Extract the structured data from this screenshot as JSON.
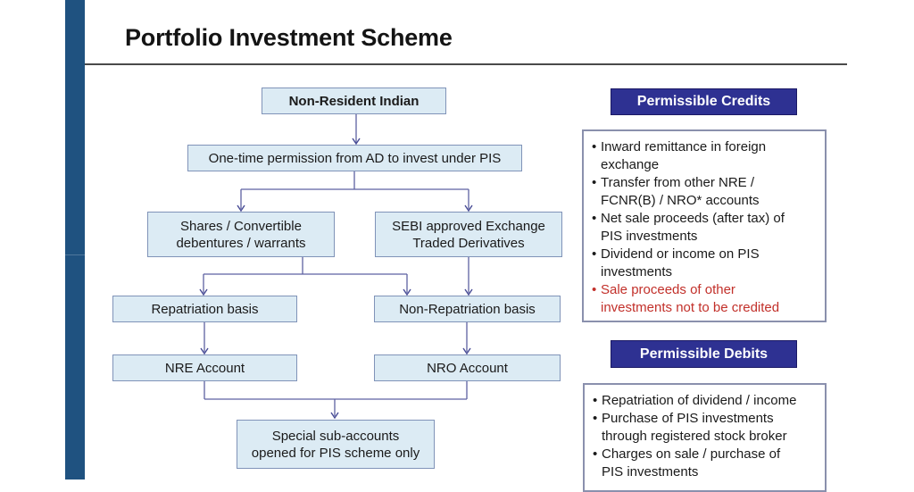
{
  "title": "Portfolio Investment Scheme",
  "flowchart": {
    "nodes": {
      "nri": {
        "label": "Non-Resident Indian"
      },
      "permission": {
        "label": "One-time permission from AD to invest under PIS"
      },
      "shares": {
        "lines": [
          "Shares / Convertible",
          "debentures / warrants"
        ]
      },
      "sebi": {
        "lines": [
          "SEBI approved Exchange",
          "Traded Derivatives"
        ]
      },
      "repatriation": {
        "label": "Repatriation basis"
      },
      "non_repatriation": {
        "label": "Non-Repatriation basis"
      },
      "nre": {
        "label": "NRE Account"
      },
      "nro": {
        "label": "NRO Account"
      },
      "special": {
        "lines": [
          "Special sub-accounts",
          "opened for PIS scheme only"
        ]
      }
    }
  },
  "credits": {
    "header": "Permissible Credits",
    "bullet": "•",
    "items": [
      {
        "lines": [
          "Inward remittance in  foreign",
          "exchange"
        ]
      },
      {
        "lines": [
          "Transfer from other NRE /",
          "FCNR(B) / NRO* accounts"
        ]
      },
      {
        "lines": [
          "Net sale proceeds (after tax) of",
          "PIS investments"
        ]
      },
      {
        "lines": [
          "Dividend or income on PIS",
          "investments"
        ]
      },
      {
        "lines": [
          "Sale proceeds of other",
          "investments not to be credited"
        ],
        "emphasis": "red"
      }
    ]
  },
  "debits": {
    "header": "Permissible Debits",
    "bullet": "•",
    "items": [
      {
        "lines": [
          "Repatriation of dividend / income"
        ]
      },
      {
        "lines": [
          "Purchase of PIS investments",
          "through registered stock broker"
        ]
      },
      {
        "lines": [
          "Charges on sale / purchase of",
          "PIS investments"
        ]
      }
    ]
  },
  "colors": {
    "accent_bar": "#1f5280",
    "node_fill": "#dcebf4",
    "node_border": "#8093b8",
    "header_bg": "#2e3192",
    "panel_border": "#8a90ad",
    "connector": "#5e62a2",
    "red_text": "#c2302a",
    "text": "#1a1a1a"
  }
}
